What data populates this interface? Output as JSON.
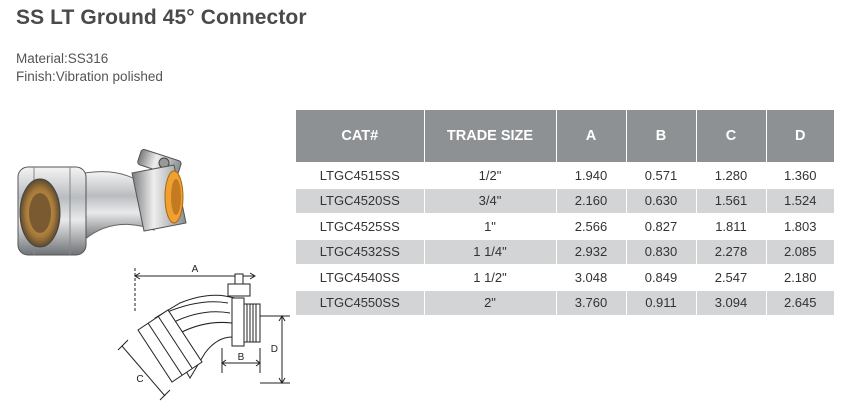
{
  "title": "SS LT Ground 45° Connector",
  "material": "Material:SS316",
  "finish": "Finish:Vibration polished",
  "table": {
    "headers": [
      "CAT#",
      "TRADE SIZE",
      "A",
      "B",
      "C",
      "D"
    ],
    "rows": [
      [
        "LTGC4515SS",
        "1/2\"",
        "1.940",
        "0.571",
        "1.280",
        "1.360"
      ],
      [
        "LTGC4520SS",
        "3/4\"",
        "2.160",
        "0.630",
        "1.561",
        "1.524"
      ],
      [
        "LTGC4525SS",
        "1\"",
        "2.566",
        "0.827",
        "1.811",
        "1.803"
      ],
      [
        "LTGC4532SS",
        "1 1/4\"",
        "2.932",
        "0.830",
        "2.278",
        "2.085"
      ],
      [
        "LTGC4540SS",
        "1 1/2\"",
        "3.048",
        "0.849",
        "2.547",
        "2.180"
      ],
      [
        "LTGC4550SS",
        "2\"",
        "3.760",
        "0.911",
        "3.094",
        "2.645"
      ]
    ]
  },
  "drawing": {
    "label_a": "A",
    "label_b": "B",
    "label_c": "C",
    "label_d": "D"
  },
  "colors": {
    "header_bg": "#8e9193",
    "alt_row_bg": "#d3d4d5",
    "seal_orange": "#f0a030"
  }
}
